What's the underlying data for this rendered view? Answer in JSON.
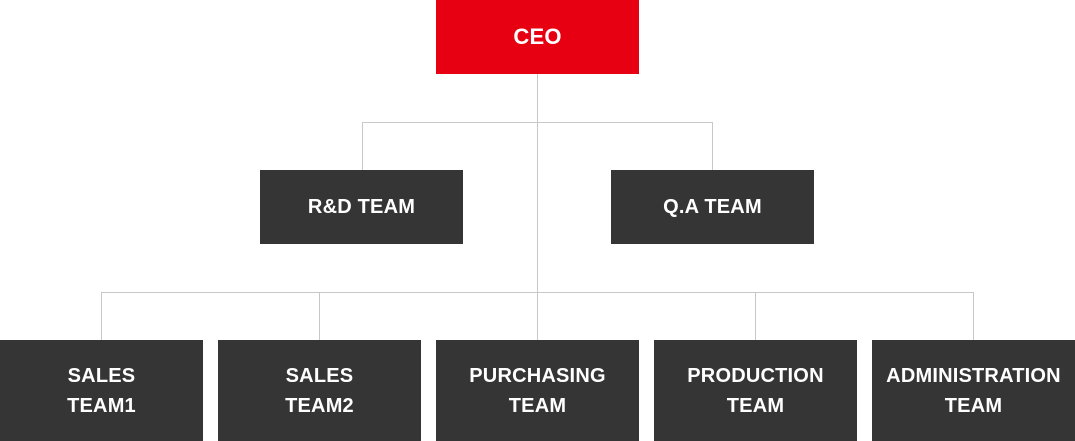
{
  "colors": {
    "ceo_box": "#e60012",
    "team_box": "#353535",
    "box_text": "#ffffff",
    "connector_line": "#c8c8c8"
  },
  "chart": {
    "ceo": {
      "label": "CEO"
    },
    "level2": [
      {
        "label": "R&D TEAM"
      },
      {
        "label": "Q.A TEAM"
      }
    ],
    "level3": [
      {
        "label": "SALES\nTEAM1"
      },
      {
        "label": "SALES\nTEAM2"
      },
      {
        "label": "PURCHASING\nTEAM"
      },
      {
        "label": "PRODUCTION\nTEAM"
      },
      {
        "label": "ADMINISTRATION\nTEAM"
      }
    ]
  }
}
